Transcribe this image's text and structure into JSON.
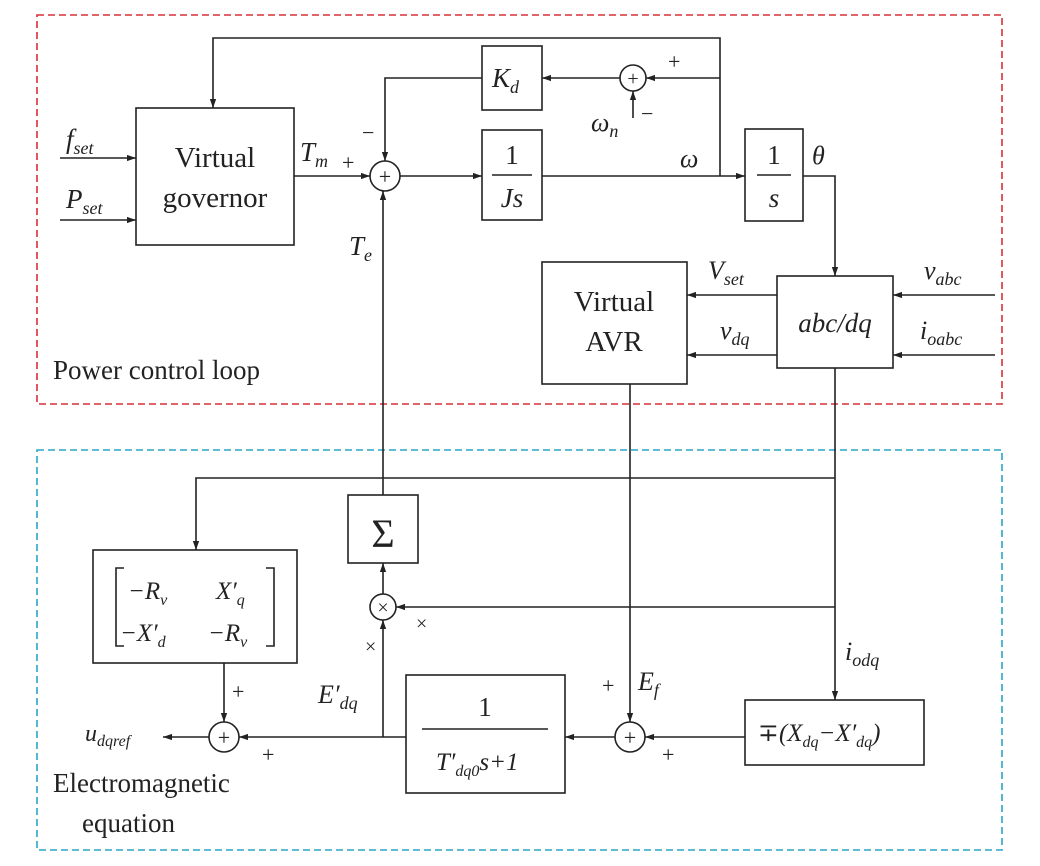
{
  "regions": {
    "power_loop": {
      "label": "Power control loop",
      "color": "#d9303a"
    },
    "em_equation": {
      "label_line1": "Electromagnetic",
      "label_line2": "equation",
      "color": "#2aa5c7"
    }
  },
  "blocks": {
    "virtual_governor": {
      "line1": "Virtual",
      "line2": "governor"
    },
    "kd": {
      "main": "K",
      "sub": "d"
    },
    "inertia": {
      "num": "1",
      "den": "Js"
    },
    "integrator": {
      "num": "1",
      "den": "s"
    },
    "virtual_avr": {
      "line1": "Virtual",
      "line2": "AVR"
    },
    "abc_dq": {
      "text": "abc/dq"
    },
    "sigma": {
      "text": "Σ"
    },
    "matrix": {
      "r1c1": "−R",
      "r1c1_sub": "v",
      "r1c2": "X′",
      "r1c2_sub": "q",
      "r2c1": "−X′",
      "r2c1_sub": "d",
      "r2c2": "−R",
      "r2c2_sub": "v"
    },
    "lag": {
      "num": "1",
      "den_a": "T′",
      "den_sub": "dq0",
      "den_b": "s+1"
    },
    "reactance": {
      "pre": "∓(X",
      "sub1": "dq",
      "mid": "−X′",
      "sub2": "dq",
      "post": ")"
    }
  },
  "summers": {
    "plus": "+",
    "times": "×"
  },
  "signals": {
    "f_set": {
      "main": "f",
      "sub": "set"
    },
    "p_set": {
      "main": "P",
      "sub": "set"
    },
    "t_m": {
      "main": "T",
      "sub": "m"
    },
    "t_e": {
      "main": "T",
      "sub": "e"
    },
    "omega": {
      "main": "ω"
    },
    "omega_n": {
      "main": "ω",
      "sub": "n"
    },
    "theta": {
      "main": "θ"
    },
    "v_set": {
      "main": "V",
      "sub": "set"
    },
    "v_dq": {
      "main": "v",
      "sub": "dq"
    },
    "v_abc": {
      "main": "v",
      "sub": "abc"
    },
    "i_oabc": {
      "main": "i",
      "sub": "oabc"
    },
    "i_odq": {
      "main": "i",
      "sub": "odq"
    },
    "e_f": {
      "main": "E",
      "sub": "f"
    },
    "e_dq": {
      "main": "E′",
      "sub": "dq"
    },
    "u_dqref": {
      "main": "u",
      "sub": "dqref"
    }
  },
  "signs": {
    "plus": "+",
    "minus": "−",
    "times": "×"
  }
}
